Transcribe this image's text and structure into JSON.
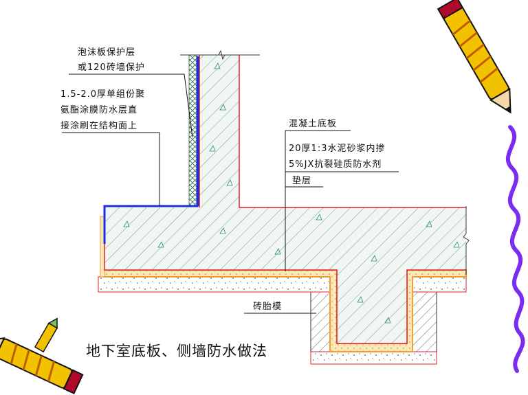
{
  "labels": {
    "foam_board_1": "泡沫板保护层",
    "foam_board_2": "或120砖墙保护",
    "coating_1": "1.5-2.0厚单组份聚",
    "coating_2": "氨酯涂膜防水层直",
    "coating_3": "接涂刷在结构面上",
    "slab": "混凝土底板",
    "mortar_1": "20厚1:3水泥砂浆内掺",
    "mortar_2": "5%JX抗裂硅质防水剂",
    "cushion": "垫层",
    "brick_mold": "砖胎模"
  },
  "title": "地下室底板、侧墙防水做法",
  "colors": {
    "concrete_hatch": "#5aa88a",
    "concrete_fill": "#f2f6f2",
    "waterproof_red": "#e0202a",
    "mortar_orange": "#f0a030",
    "mortar_fill": "#fbe7b8",
    "membrane_blue": "#1a2fd6",
    "purple_wave": "#7a2cf0",
    "pencil_yellow": "#f2c200"
  },
  "decorations": [
    "pencil-icon",
    "pencil-icon",
    "wavy-border"
  ]
}
